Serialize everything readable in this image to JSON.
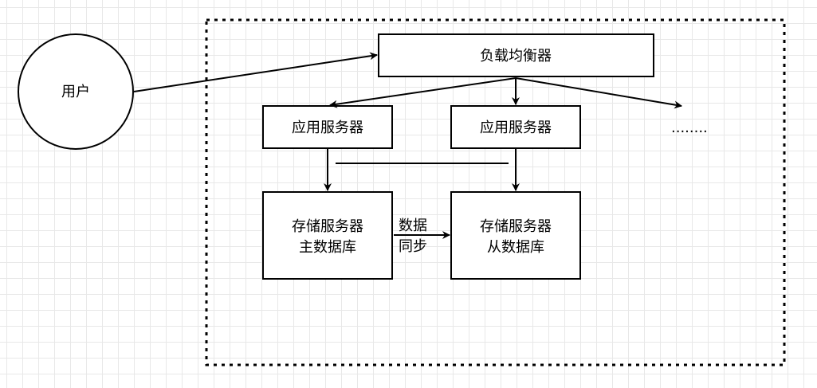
{
  "diagram": {
    "user": "用户",
    "load_balancer": "负载均衡器",
    "app_server_1": "应用服务器",
    "app_server_2": "应用服务器",
    "ellipsis": "........",
    "storage_primary": {
      "line1": "存储服务器",
      "line2": "主数据库"
    },
    "storage_secondary": {
      "line1": "存储服务器",
      "line2": "从数据库"
    },
    "sync_label": {
      "line1": "数据",
      "line2": "同步"
    }
  }
}
